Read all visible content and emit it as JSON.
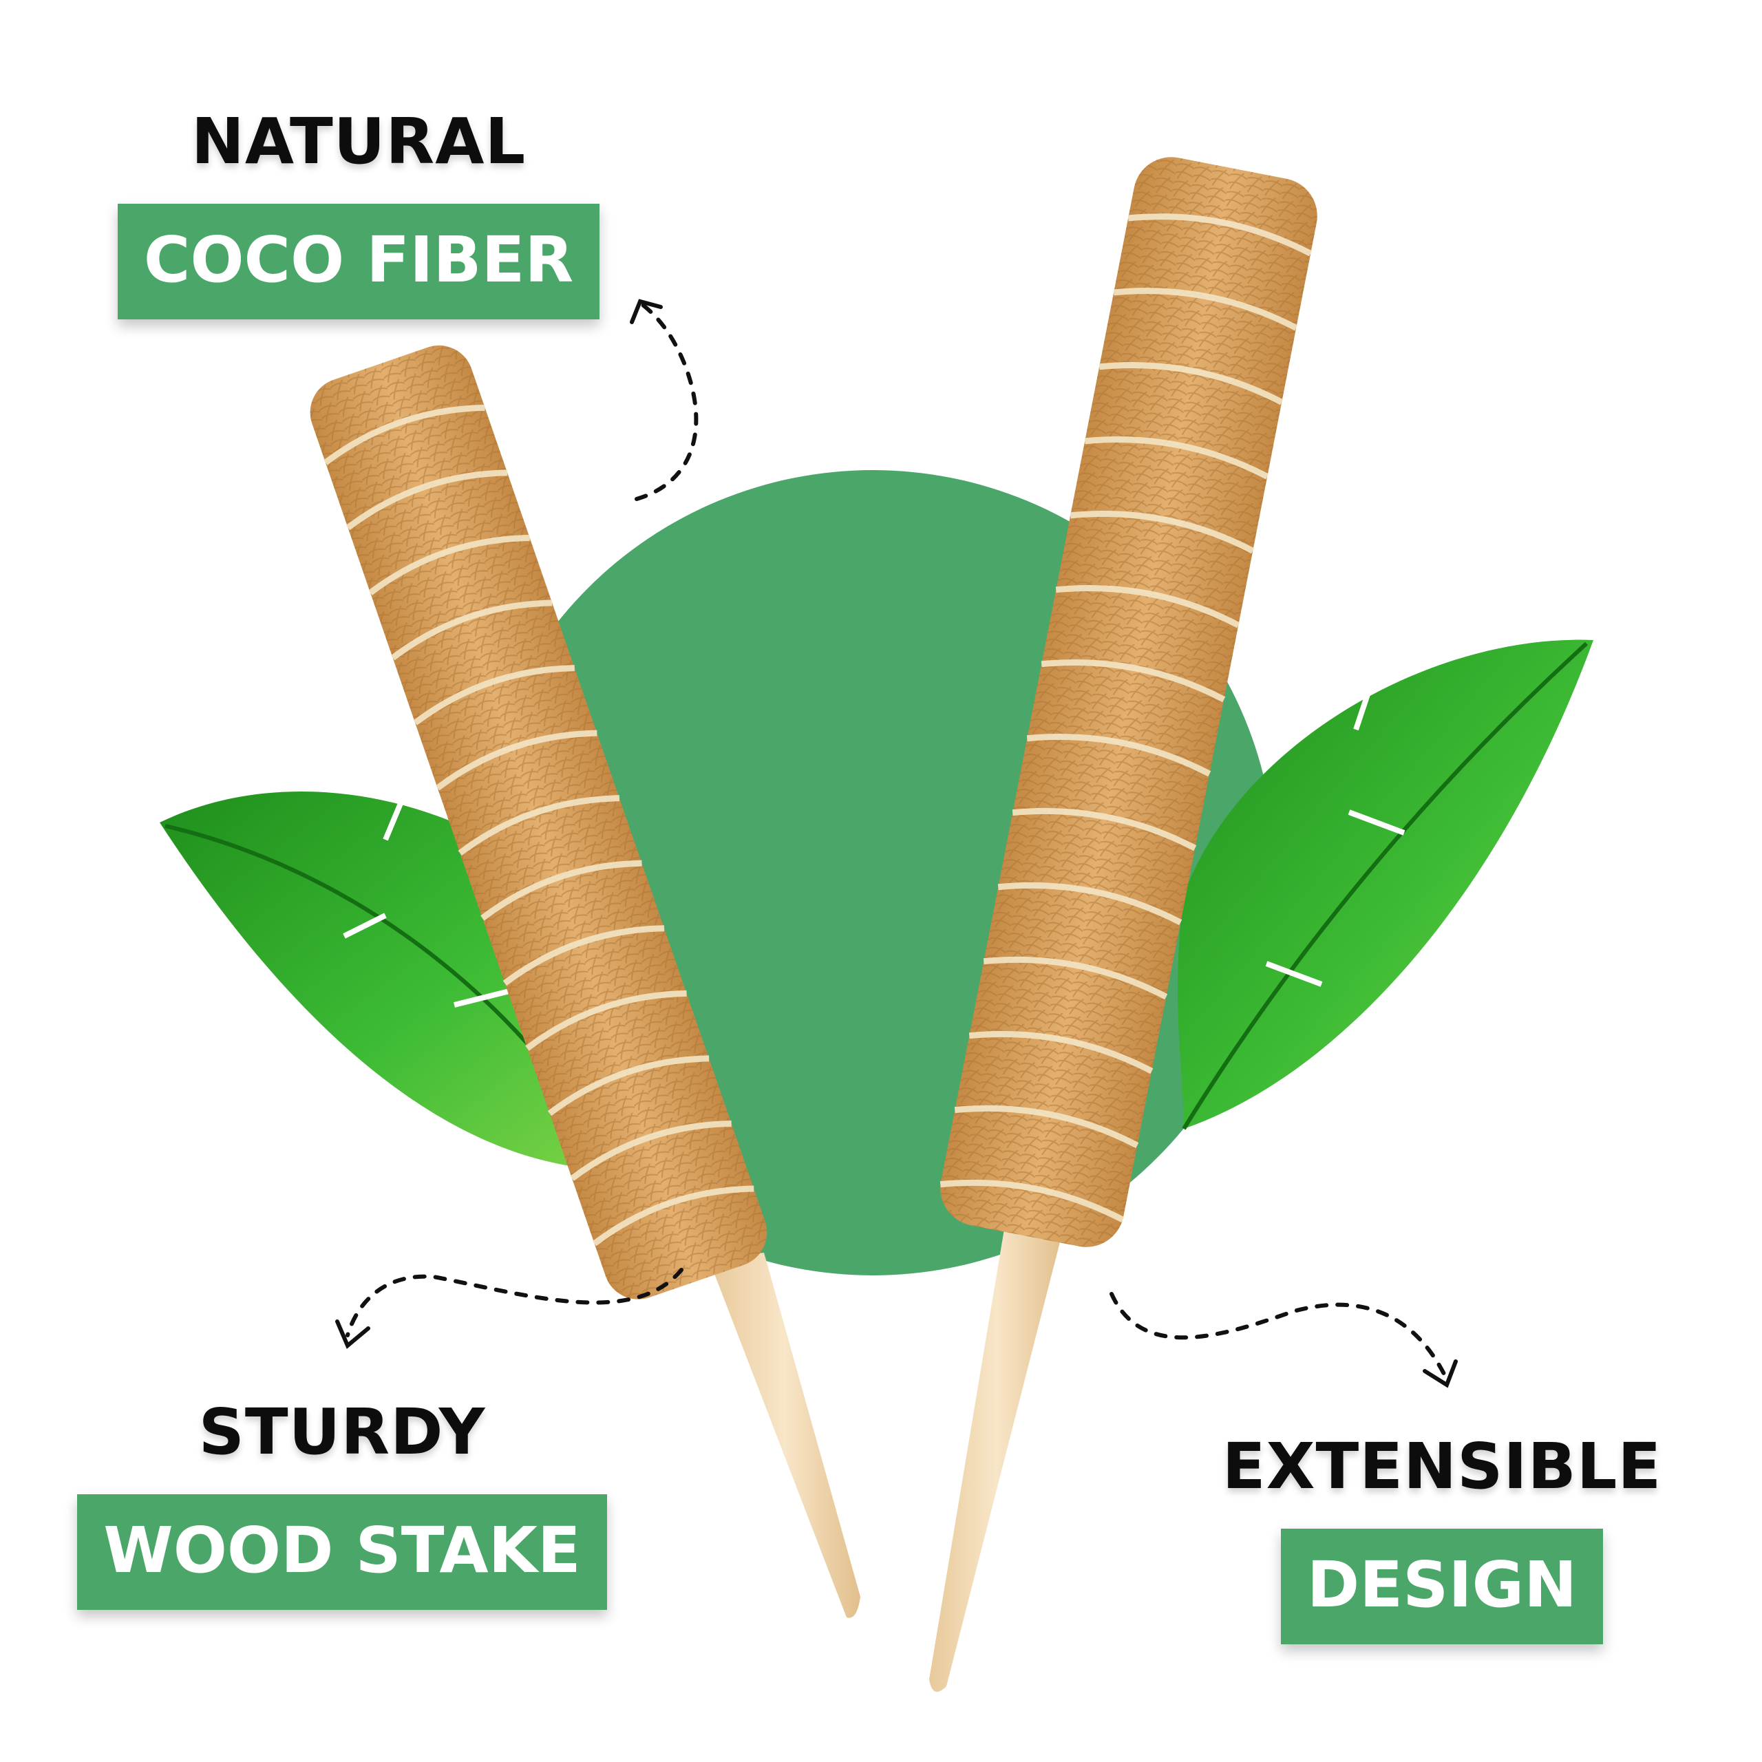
{
  "colors": {
    "accent_green": "#4ba66a",
    "heading_text": "#0d0d0d",
    "badge_text": "#ffffff",
    "coco_fiber": "#d9a35b",
    "wood_stake": "#f2d9b3",
    "leaf_green": "#2fa82c"
  },
  "features": {
    "coco": {
      "title": "NATURAL",
      "badge": "COCO FIBER"
    },
    "wood": {
      "title": "STURDY",
      "badge": "WOOD STAKE"
    },
    "extensible": {
      "title": "EXTENSIBLE",
      "badge": "DESIGN"
    }
  },
  "icons": [
    "dashed-arrow-icon",
    "banana-leaf-icon",
    "moss-pole-icon"
  ]
}
